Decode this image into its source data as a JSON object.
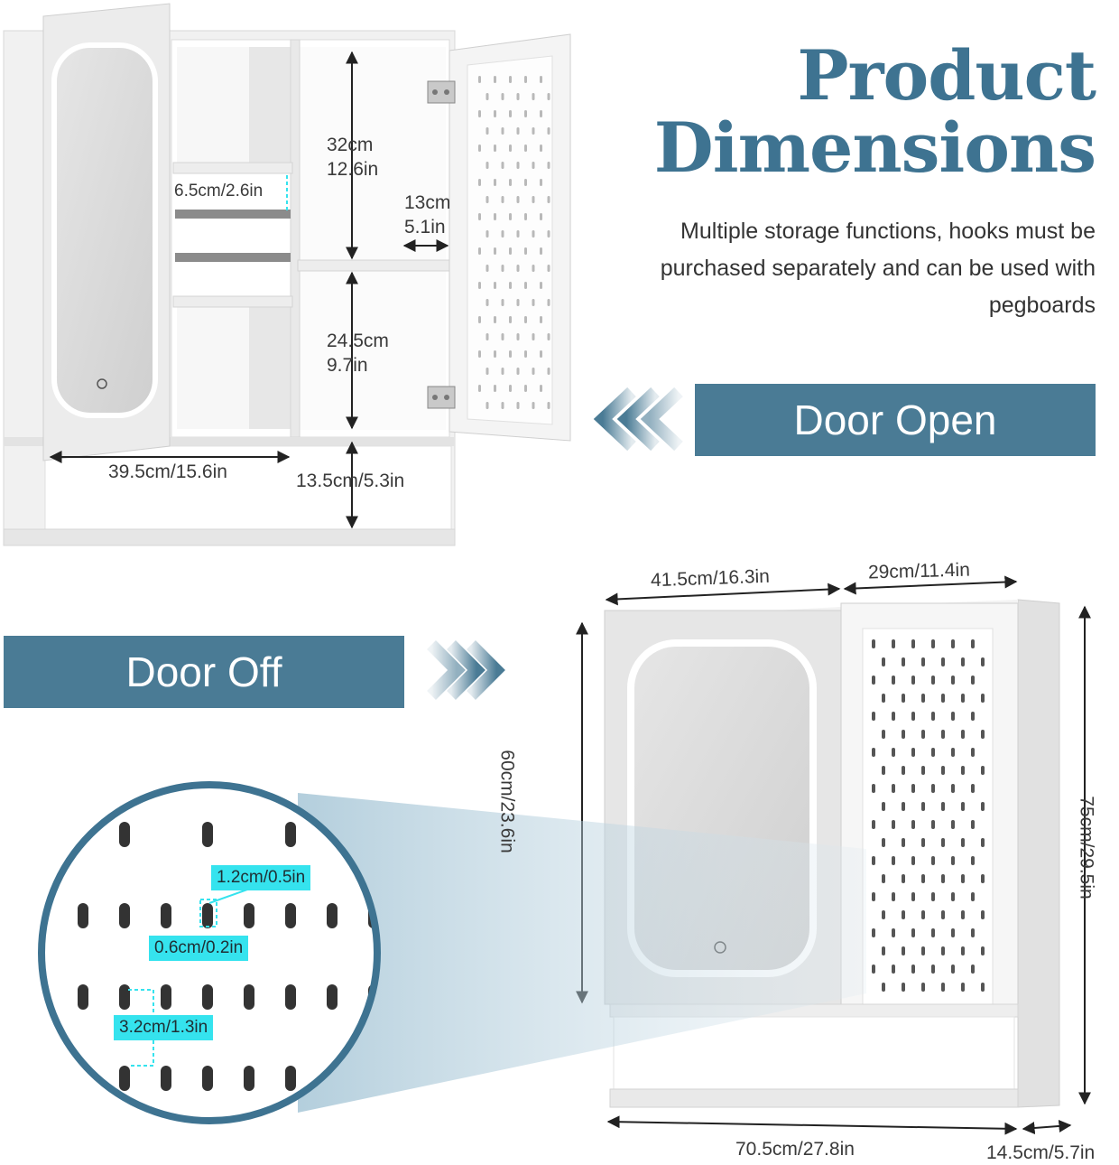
{
  "heading": {
    "line1": "Product",
    "line2": "Dimensions"
  },
  "description": "Multiple storage functions, hooks must be purchased separately and can be used with pegboards",
  "banners": {
    "door_open": "Door Open",
    "door_off": "Door Off"
  },
  "open_view": {
    "shelf_gap": "6.5cm/2.6in",
    "upper_height": "32cm\n12.6in",
    "door_depth": "13cm\n5.1in",
    "lower_height": "24.5cm\n9.7in",
    "inner_width": "39.5cm/15.6in",
    "bottom_height": "13.5cm/5.3in"
  },
  "closed_view": {
    "mirror_door_width": "41.5cm/16.3in",
    "peg_door_width": "29cm/11.4in",
    "door_height": "60cm/23.6in",
    "total_height": "75cm/29.5in",
    "total_width": "70.5cm/27.8in",
    "depth": "14.5cm/5.7in"
  },
  "pegboard_detail": {
    "hole_length": "1.2cm/0.5in",
    "hole_width": "0.6cm/0.2in",
    "hole_spacing": "3.2cm/1.3in"
  },
  "colors": {
    "accent": "#4a7b95",
    "heading": "#3e7391",
    "tag": "#35e3ee",
    "led": "#ffffff"
  }
}
